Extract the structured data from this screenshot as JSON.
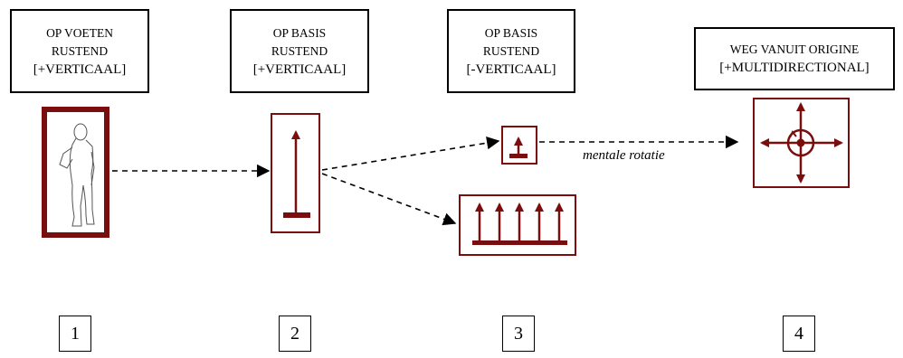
{
  "colors": {
    "accent": "#7a0d0d",
    "line": "#000000"
  },
  "stages": [
    {
      "id": "1",
      "label_lines": [
        "OP VOETEN",
        "RUSTEND",
        "[+VERTICAAL]"
      ],
      "icon": "standing-figure-icon"
    },
    {
      "id": "2",
      "label_lines": [
        "OP BASIS",
        "RUSTEND",
        "[+VERTICAAL]"
      ],
      "icon": "vertical-arrow-on-base-icon"
    },
    {
      "id": "3",
      "label_lines": [
        "OP BASIS",
        "RUSTEND",
        "[-VERTICAAL]"
      ],
      "icon": "multiple-arrows-on-base-icon"
    },
    {
      "id": "4",
      "label_lines": [
        "WEG VANUIT ORIGINE",
        "[+MULTIDIRECTIONAL]"
      ],
      "icon": "multidirectional-arrows-icon"
    }
  ],
  "annotation": "mentale rotatie"
}
